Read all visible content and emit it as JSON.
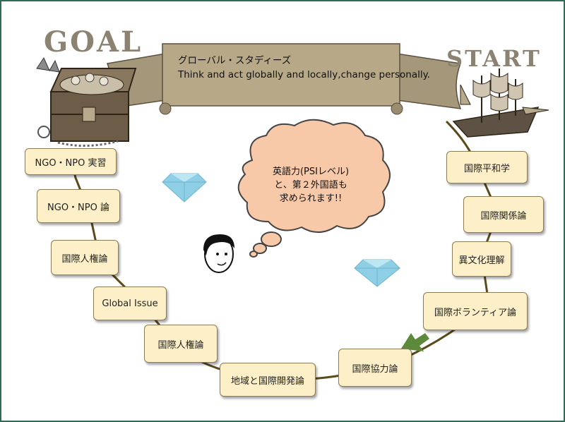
{
  "labels": {
    "goal": "GOAL",
    "start": "START"
  },
  "banner": {
    "line1": "グローバル・スタディーズ",
    "line2": "Think and act globally and locally,change personally."
  },
  "cloud": {
    "line1": "英語力(PSⅠレベル)",
    "line2": "と、第２外国語も",
    "line3": "求められます!!"
  },
  "steps": [
    {
      "id": "s1",
      "label": "国際平和学"
    },
    {
      "id": "s2",
      "label": "国際関係論"
    },
    {
      "id": "s3",
      "label": "異文化理解"
    },
    {
      "id": "s4",
      "label": "国際ボランティア論"
    },
    {
      "id": "s5",
      "label": "国際協力論"
    },
    {
      "id": "s6",
      "label": "地域と国際開発論"
    },
    {
      "id": "s7",
      "label": "国際人権論"
    },
    {
      "id": "s8",
      "label": "Global Issue"
    },
    {
      "id": "s9",
      "label": "国際人権論"
    },
    {
      "id": "s10",
      "label": "NGO・NPO 論"
    },
    {
      "id": "s11",
      "label": "NGO・NPO 実習"
    }
  ],
  "colors": {
    "border": "#2f6b57",
    "banner": "#b7a988",
    "node_fill": "#fdf0c8",
    "path": "#5a4a1c",
    "arrow": "#5d8a3a",
    "cloud": "#f7c9a8",
    "gem": "#8ecfe6"
  },
  "icons": [
    "treasure-chest-icon",
    "sailing-ship-icon",
    "diamond-icon",
    "thinking-face-icon",
    "arrow-icon"
  ]
}
